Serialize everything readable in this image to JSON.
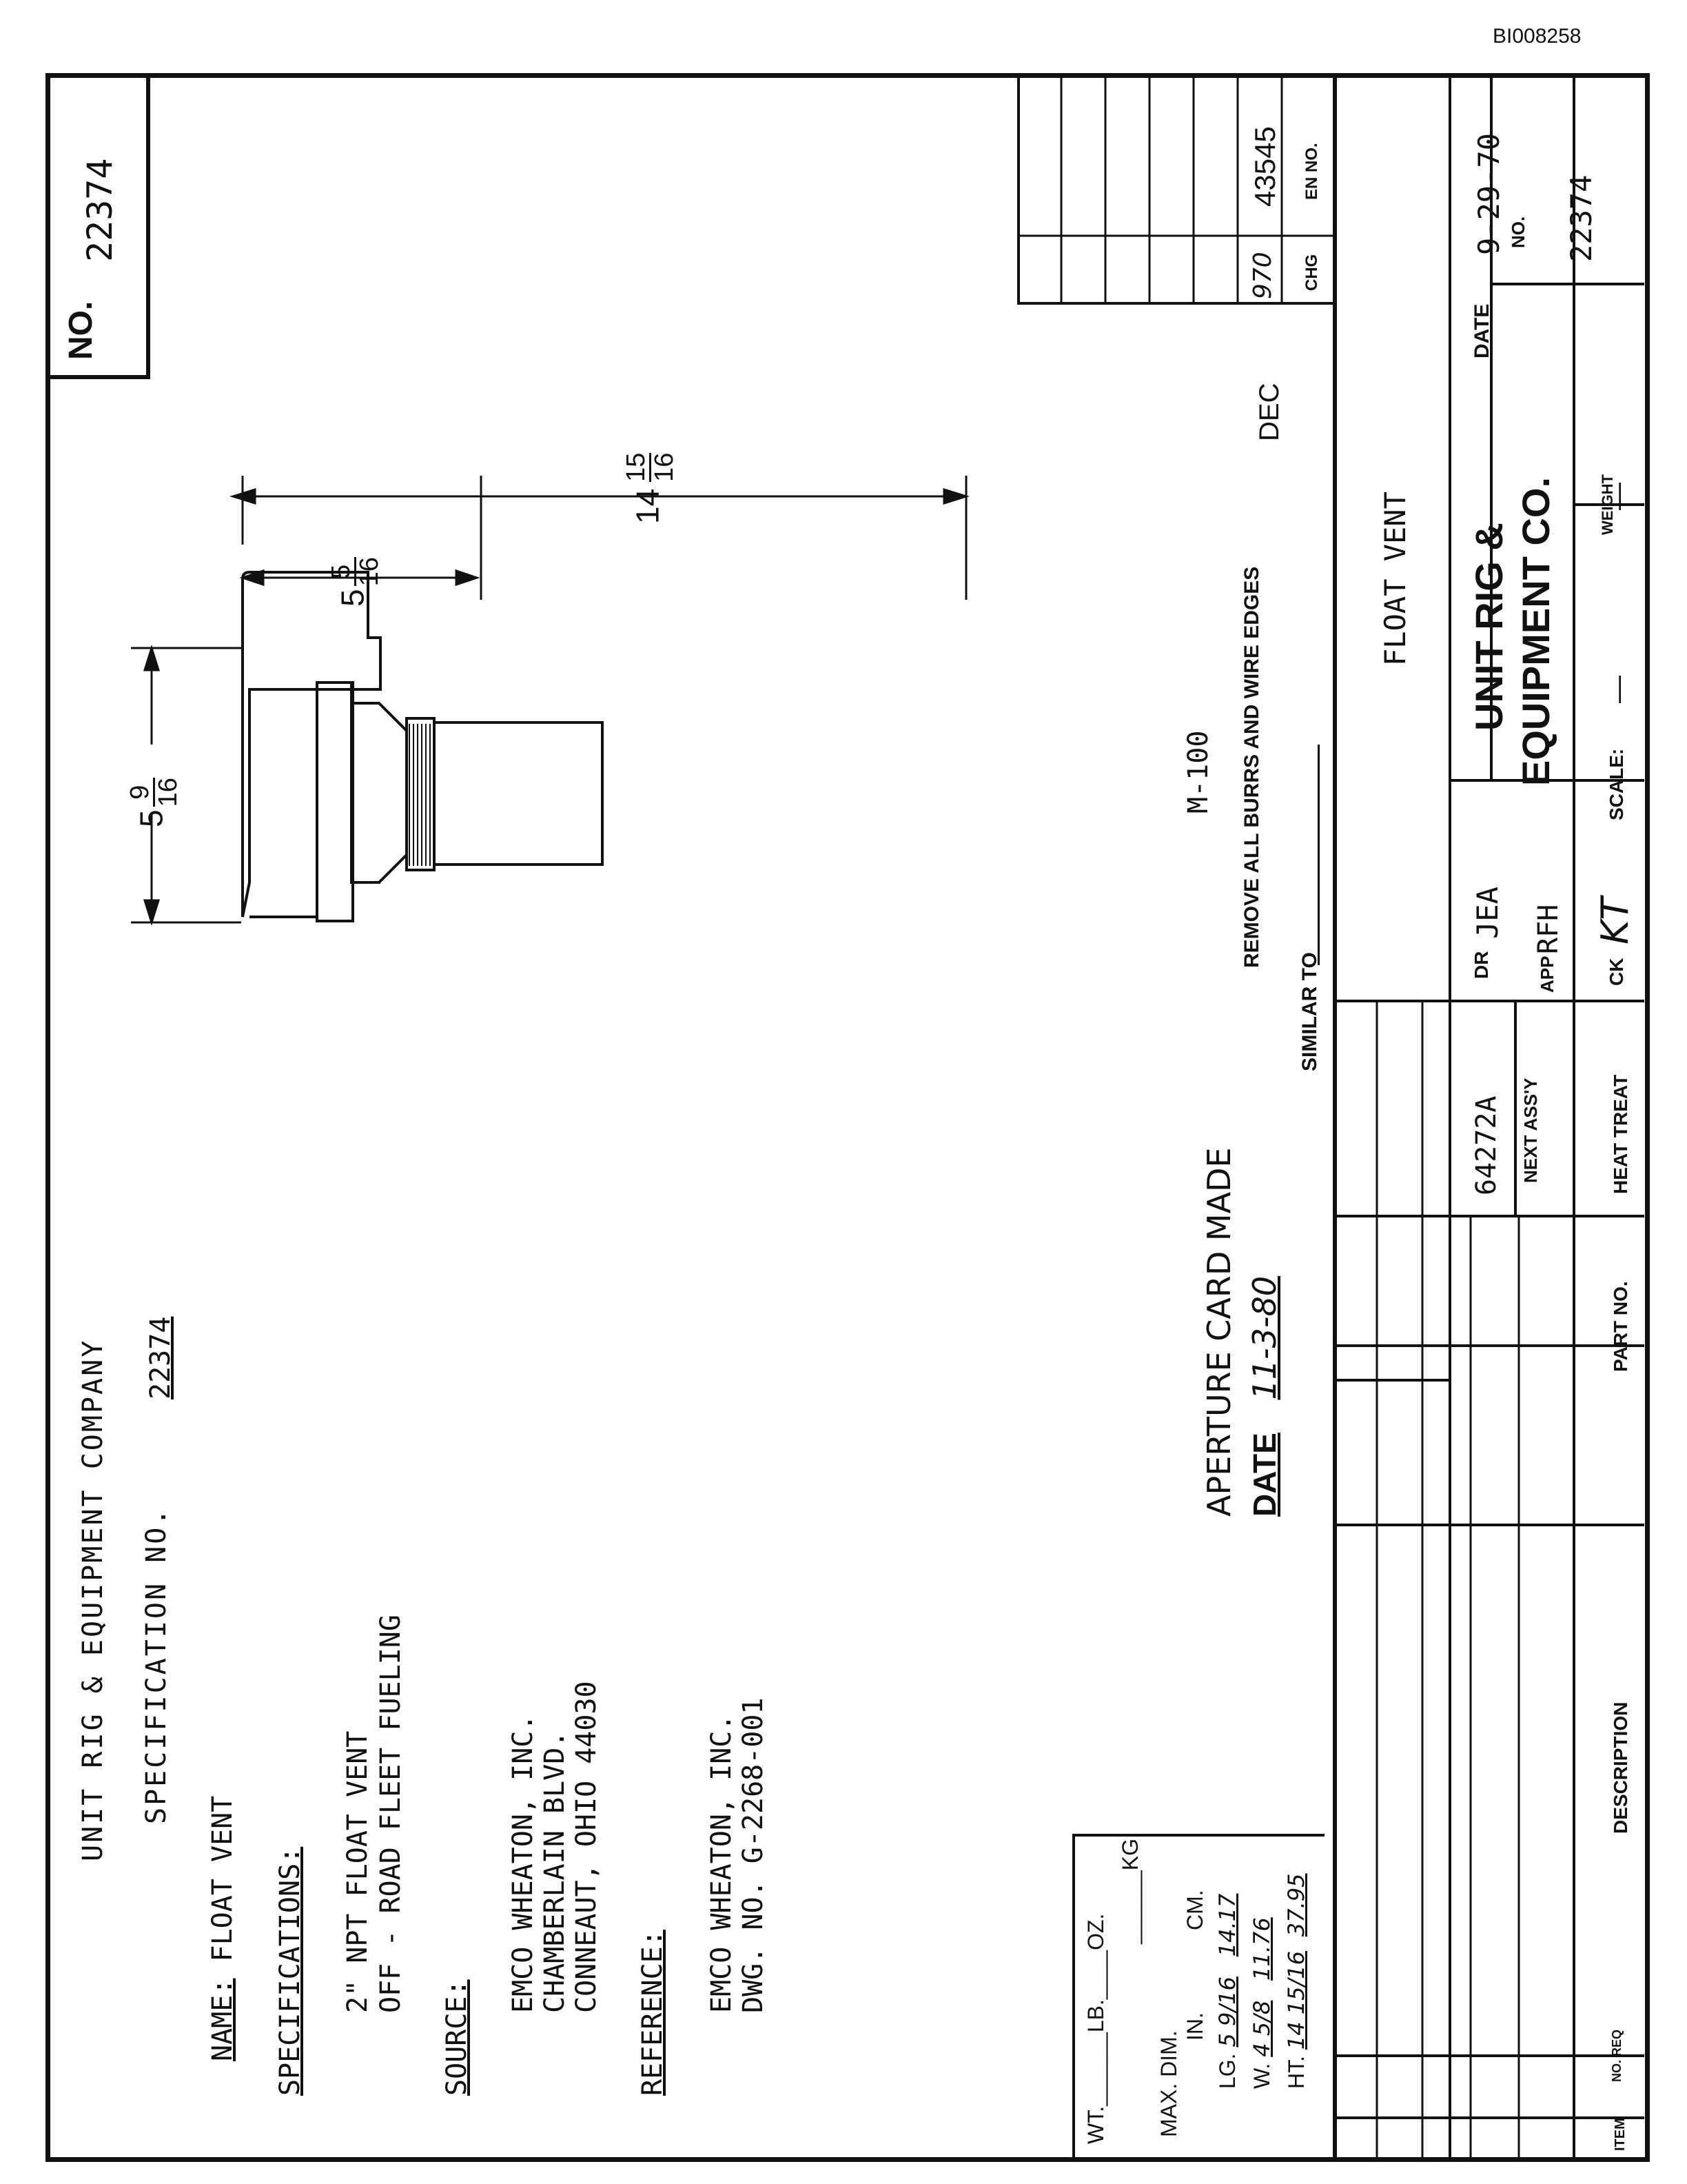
{
  "sheet_id": "BI008258",
  "number_box": {
    "label": "NO.",
    "value": "22374"
  },
  "header": {
    "company": "UNIT RIG & EQUIPMENT COMPANY",
    "spec_label": "SPECIFICATION NO.",
    "spec_value": "22374"
  },
  "name": {
    "label": "NAME:",
    "value": "FLOAT VENT"
  },
  "specifications": {
    "label": "SPECIFICATIONS:",
    "lines": [
      "2\" NPT FLOAT VENT",
      "OFF - ROAD FLEET FUELING"
    ]
  },
  "source": {
    "label": "SOURCE:",
    "lines": [
      "EMCO WHEATON, INC.",
      "CHAMBERLAIN BLVD.",
      "CONNEAUT, OHIO  44030"
    ]
  },
  "reference": {
    "label": "REFERENCE:",
    "lines": [
      "EMCO WHEATON, INC.",
      "DWG. NO. G-2268-001"
    ]
  },
  "weight_box": {
    "wt_label": "WT.",
    "lb": "LB.",
    "oz": "OZ.",
    "kg": "KG.",
    "max_dim": "MAX. DIM.",
    "in": "IN.",
    "cm": "CM.",
    "rows": [
      {
        "label": "LG.",
        "in": "5 9/16",
        "cm": "14.17"
      },
      {
        "label": "W.",
        "in": "4 5/8",
        "cm": "11.76"
      },
      {
        "label": "HT.",
        "in": "14 15/16",
        "cm": "37.95"
      }
    ]
  },
  "drawing": {
    "dim_height": {
      "whole": "5",
      "num": "9",
      "den": "16"
    },
    "dim_head": {
      "whole": "5",
      "num": "5",
      "den": "16"
    },
    "dim_length": {
      "whole": "14",
      "num": "15",
      "den": "16"
    },
    "model": "M-100"
  },
  "aperture": {
    "text": "APERTURE CARD MADE",
    "date_label": "DATE",
    "date_value": "11-3-80"
  },
  "notes": {
    "burrs": "REMOVE ALL BURRS AND WIRE EDGES",
    "dec": "DEC",
    "similar": "SIMILAR TO"
  },
  "revisions": {
    "chg_label": "CHG",
    "en_label": "EN NO.",
    "chg": "970",
    "en": "43545"
  },
  "title_block": {
    "title": "FLOAT VENT",
    "company_line1": "UNIT RIG &",
    "company_line2": "EQUIPMENT CO.",
    "date_label": "DATE",
    "date_value": "9-29-70",
    "no_label": "NO.",
    "no_value": "22374",
    "dr_label": "DR",
    "dr_value": "JEA",
    "app_label": "APP",
    "app_value": "RFH",
    "ck_label": "CK",
    "ck_value": "KT",
    "scale_label": "SCALE:",
    "scale_value": "—",
    "weight_label": "WEIGHT",
    "weight_value": "—",
    "next_assy_label": "NEXT ASS'Y",
    "next_assy_value": "64272A",
    "heat_treat": "HEAT TREAT",
    "part_no": "PART NO.",
    "description": "DESCRIPTION",
    "item": "ITEM",
    "no_req": "NO. REQ"
  }
}
